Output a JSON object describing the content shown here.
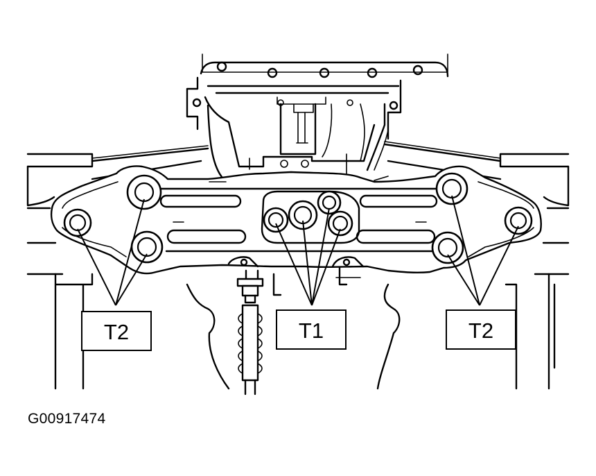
{
  "figure_id": "G00917474",
  "callouts": [
    {
      "id": "left",
      "label": "T2"
    },
    {
      "id": "center",
      "label": "T1"
    },
    {
      "id": "right",
      "label": "T2"
    }
  ],
  "colors": {
    "line": "#000000",
    "background": "#ffffff"
  }
}
